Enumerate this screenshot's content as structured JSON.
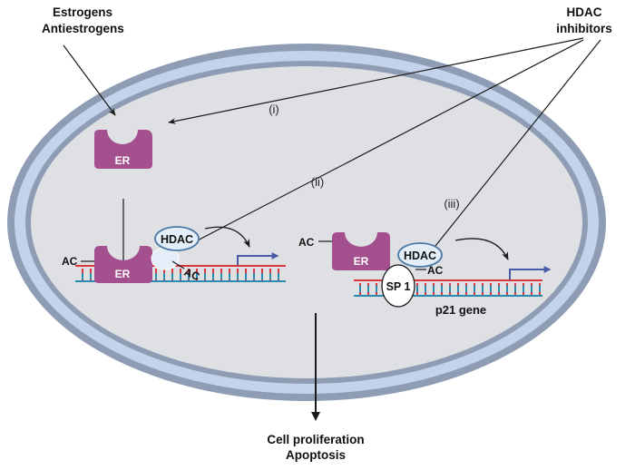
{
  "title": "Estrogen receptor and HDAC inhibitor mechanism diagram",
  "labels": {
    "estrogens": "Estrogens",
    "antiestrogens": "Antiestrogens",
    "hdac_inhibitors_line1": "HDAC",
    "hdac_inhibitors_line2": "inhibitors",
    "pathway_i": "(i)",
    "pathway_ii": "(ii)",
    "pathway_iii": "(iii)",
    "er": "ER",
    "hdac": "HDAC",
    "ac": "AC",
    "sp1": "SP 1",
    "p21_gene": "p21 gene",
    "outcome_line1": "Cell proliferation",
    "outcome_line2": "Apoptosis"
  },
  "colors": {
    "membrane_dark": "#8e9db3",
    "membrane_light": "#c3d3ea",
    "cytoplasm": "#dfe0e4",
    "er_protein": "#a44f8e",
    "hdac_fill": "#e3eef8",
    "hdac_stroke": "#4c7aa6",
    "dna_red": "#d9363e",
    "dna_blue": "#2a8bb0",
    "promoter_arrow": "#4b5aa6",
    "arrow": "#1a1a1a"
  }
}
